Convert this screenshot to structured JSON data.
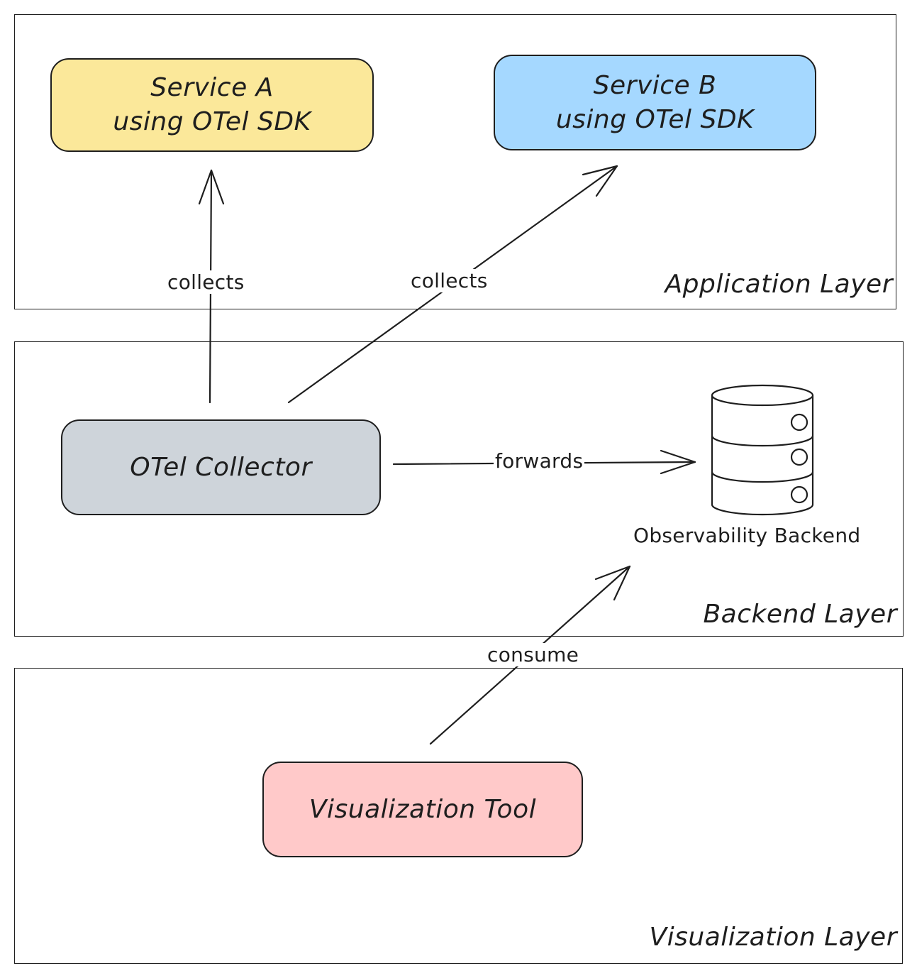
{
  "layers": {
    "application": "Application Layer",
    "backend": "Backend Layer",
    "visualization": "Visualization Layer"
  },
  "nodes": {
    "service_a": {
      "line1": "Service A",
      "line2": "using OTel SDK",
      "color": "#fbe89a"
    },
    "service_b": {
      "line1": "Service B",
      "line2": "using OTel SDK",
      "color": "#a5d8ff"
    },
    "collector": {
      "label": "OTel Collector",
      "color": "#ced4da"
    },
    "backend": {
      "label": "Observability Backend",
      "icon": "database-icon"
    },
    "viz_tool": {
      "label": "Visualization Tool",
      "color": "#ffc9c9"
    }
  },
  "edges": {
    "collector_to_a": "collects",
    "collector_to_b": "collects",
    "collector_to_backend": "forwards",
    "viz_to_backend": "consume"
  }
}
